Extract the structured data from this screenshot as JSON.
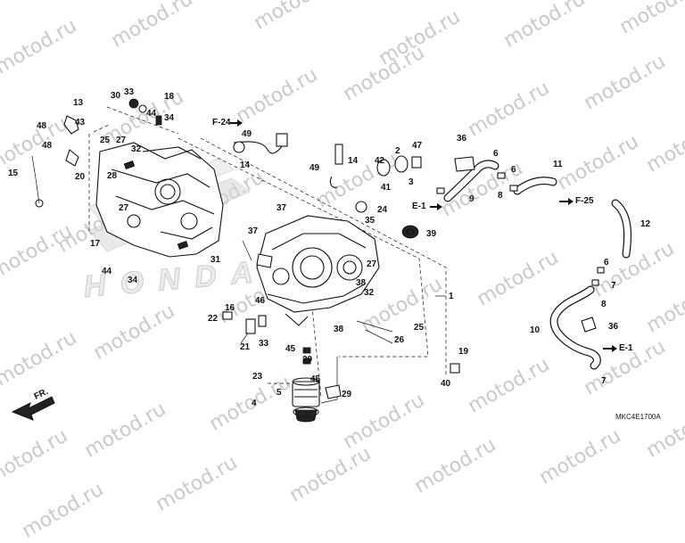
{
  "watermark": "motod.ru",
  "diagram_code": "MKC4E1700A",
  "front_label": "FR.",
  "brand_mark": "HONDA",
  "references": [
    "F-24",
    "F-25",
    "E-1",
    "E-1"
  ],
  "callouts": [
    "1",
    "2",
    "3",
    "4",
    "5",
    "6",
    "6",
    "6",
    "7",
    "7",
    "8",
    "8",
    "9",
    "10",
    "11",
    "12",
    "13",
    "14",
    "14",
    "15",
    "16",
    "17",
    "18",
    "19",
    "20",
    "21",
    "22",
    "23",
    "24",
    "25",
    "25",
    "26",
    "27",
    "27",
    "27",
    "28",
    "29",
    "29",
    "30",
    "31",
    "32",
    "32",
    "33",
    "33",
    "34",
    "34",
    "35",
    "36",
    "36",
    "37",
    "37",
    "38",
    "38",
    "39",
    "40",
    "41",
    "42",
    "43",
    "44",
    "44",
    "45",
    "45",
    "46",
    "47",
    "48",
    "48",
    "49",
    "49"
  ]
}
